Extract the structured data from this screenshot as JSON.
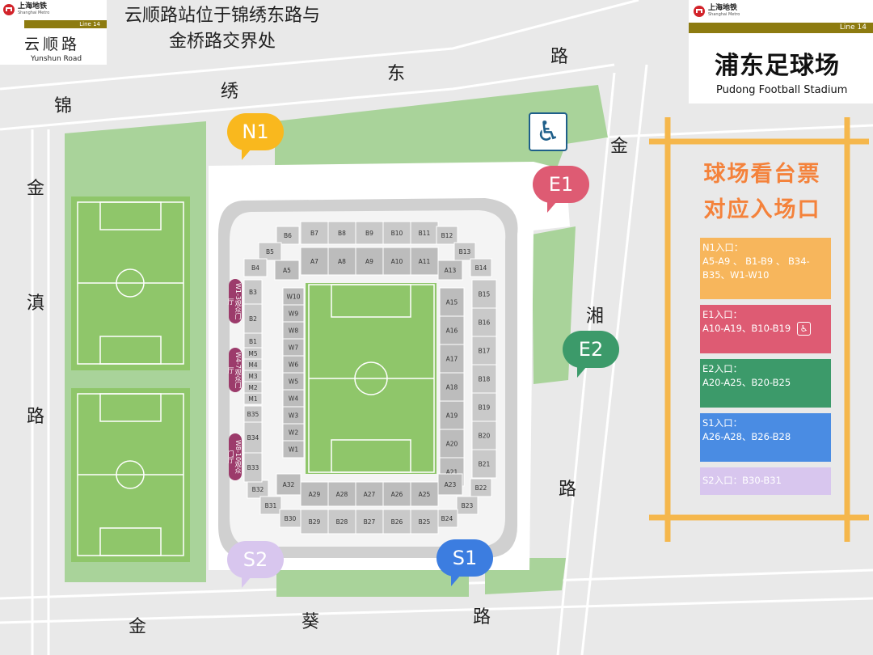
{
  "header": {
    "station_note": "云顺路站位于锦绣东路与金桥路交界处"
  },
  "metro_left": {
    "brand_cn": "上海地铁",
    "brand_en": "Shanghai Metro",
    "line": "Line 14",
    "station_cn": "云顺路",
    "station_en": "Yunshun Road"
  },
  "metro_right": {
    "brand_cn": "上海地铁",
    "brand_en": "Shanghai Metro",
    "line": "Line 14",
    "station_cn": "浦东足球场",
    "station_en": "Pudong Football Stadium"
  },
  "roads": {
    "jinxiu_east": [
      "锦",
      "绣",
      "东",
      "路"
    ],
    "jindian": [
      "金",
      "滇",
      "路"
    ],
    "jinxiang": [
      "金",
      "湘",
      "路"
    ],
    "jinkui": [
      "金",
      "葵",
      "路"
    ]
  },
  "legend": {
    "title_line1": "球场看台票",
    "title_line2": "对应入场口",
    "entries": [
      {
        "gate": "N1入口：",
        "seats": "A5-A9 、 B1-B9 、 B34-B35、W1-W10",
        "color": "#f7b65c"
      },
      {
        "gate": "E1入口：",
        "seats": "A10-A19、B10-B19",
        "color": "#de5b73",
        "icon": "wheelchair-icon"
      },
      {
        "gate": "E2入口：",
        "seats": "A20-A25、B20-B25",
        "color": "#3c9a6a"
      },
      {
        "gate": "S1入口：",
        "seats": "A26-A28、B26-B28",
        "color": "#4a8ce3"
      },
      {
        "gate": "S2入口：",
        "seats": "B30-B31",
        "color": "#d8c6ee"
      }
    ]
  },
  "gates": [
    {
      "label": "N1",
      "color": "#f9b81e"
    },
    {
      "label": "E1",
      "color": "#de5b73"
    },
    {
      "label": "E2",
      "color": "#3c9a6a"
    },
    {
      "label": "S1",
      "color": "#3c7de0"
    },
    {
      "label": "S2",
      "color": "#d8c6ee"
    }
  ],
  "lounges": [
    {
      "label": "W1-3观众门厅"
    },
    {
      "label": "W4-7观众门厅"
    },
    {
      "label": "W8-10观众门厅"
    }
  ],
  "sections": {
    "north_outer": [
      "B7",
      "B8",
      "B9",
      "B10",
      "B11"
    ],
    "nw_outer": [
      "B6",
      "B5",
      "B4"
    ],
    "ne_outer": [
      "B12",
      "B13",
      "B14"
    ],
    "north_inner": [
      "A7",
      "A8",
      "A9",
      "A10",
      "A11"
    ],
    "nw_inner": "A5",
    "ne_inner": "A13",
    "east_inner": [
      "A15",
      "A16",
      "A17",
      "A18",
      "A19",
      "A20",
      "A21"
    ],
    "east_outer": [
      "B15",
      "B16",
      "B17",
      "B18",
      "B19",
      "B20",
      "B21"
    ],
    "se_inner": "A23",
    "se_outer": [
      "B22",
      "B23",
      "B24"
    ],
    "south_inner": [
      "A29",
      "A28",
      "A27",
      "A26",
      "A25"
    ],
    "south_outer": [
      "B29",
      "B28",
      "B27",
      "B26",
      "B25"
    ],
    "sw_inner": "A32",
    "sw_outer": [
      "B32",
      "B31",
      "B30"
    ],
    "west_inner": [
      "W10",
      "W9",
      "W8",
      "W7",
      "W6",
      "W5",
      "W4",
      "W3",
      "W2",
      "W1"
    ],
    "west_outer_top": [
      "B3",
      "B2",
      "B1"
    ],
    "west_m": [
      "M5",
      "M4",
      "M3",
      "M2",
      "M1"
    ],
    "west_outer_bottom": [
      "B35",
      "B34",
      "B33"
    ]
  }
}
